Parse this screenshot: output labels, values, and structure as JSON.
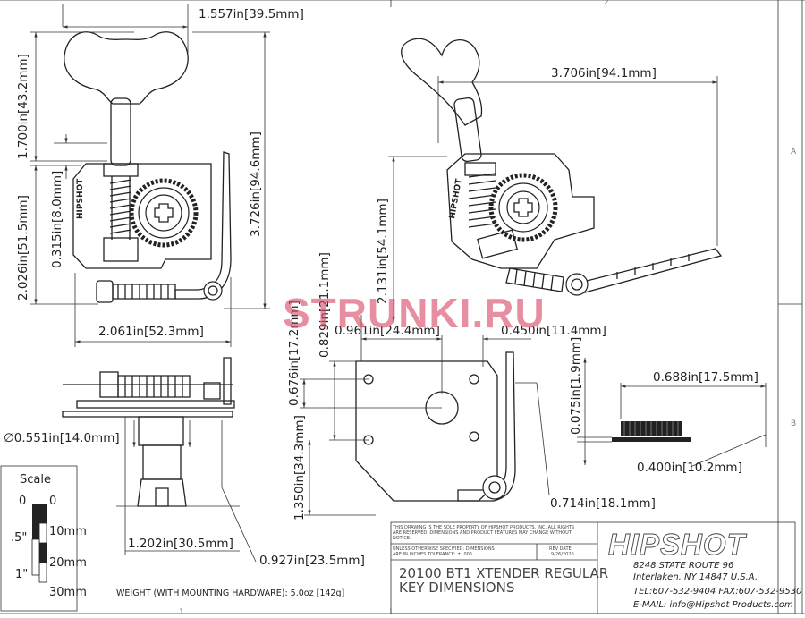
{
  "dimensions": {
    "d1_557": "1.557in[39.5mm]",
    "d1_700": "1.700in[43.2mm]",
    "d2_026": "2.026in[51.5mm]",
    "d0_315": "0.315in[8.0mm]",
    "d3_726": "3.726in[94.6mm]",
    "d2_061": "2.061in[52.3mm]",
    "d3_706": "3.706in[94.1mm]",
    "d2_131": "2.131in[54.1mm]",
    "d0_676": "0.676in[17.2mm]",
    "d0_829": "0.829in[21.1mm]",
    "d0_961": "0.961in[24.4mm]",
    "d0_450": "0.450in[11.4mm]",
    "d1_350": "1.350in[34.3mm]",
    "d0_714": "0.714in[18.1mm]",
    "d0_688": "0.688in[17.5mm]",
    "d0_075": "0.075in[1.9mm]",
    "d0_400": "0.400in[10.2mm]",
    "d0_551": "∅0.551in[14.0mm]",
    "d1_202": "1.202in[30.5mm]",
    "d0_927": "0.927in[23.5mm]"
  },
  "scale": {
    "title": "Scale",
    "labels_left": [
      "0",
      ".5\"",
      "1\""
    ],
    "labels_right": [
      "0",
      "10mm",
      "20mm",
      "30mm"
    ]
  },
  "weight_note": "WEIGHT (WITH MOUNTING HARDWARE): 5.0oz [142g]",
  "watermark": "STRUNKI.RU",
  "title_block": {
    "property_note": [
      "THIS DRAWING IS THE SOLE PROPERTY OF HIPSHOT PRODUCTS, INC. ALL RIGHTS",
      "ARE RESERVED. DIMENSIONS AND PRODUCT FEATURES MAY CHANGE WITHOUT",
      "NOTICE."
    ],
    "tolerance_note": [
      "UNLESS OTHERWISE SPECIFIED: DIMENSIONS",
      "ARE IN INCHES TOLERANCE: ± .005"
    ],
    "rev_label": "REV DATE:",
    "rev_date": "9/26/2020",
    "drawing_title": [
      "20100 BT1 XTENDER REGULAR",
      "KEY DIMENSIONS"
    ],
    "logo": "HIPSHOT",
    "address": [
      "8248 STATE ROUTE 96",
      "Interlaken, NY 14847 U.S.A.",
      "TEL:607-532-9404 FAX:607-532-9530",
      "E-MAIL: info@Hipshot Products.com"
    ]
  },
  "zones": {
    "right": [
      "A",
      "B"
    ],
    "top": [
      "2"
    ],
    "bottom": [
      "1"
    ]
  },
  "colors": {
    "ink": "#222222",
    "watermark": "#d94a65"
  }
}
